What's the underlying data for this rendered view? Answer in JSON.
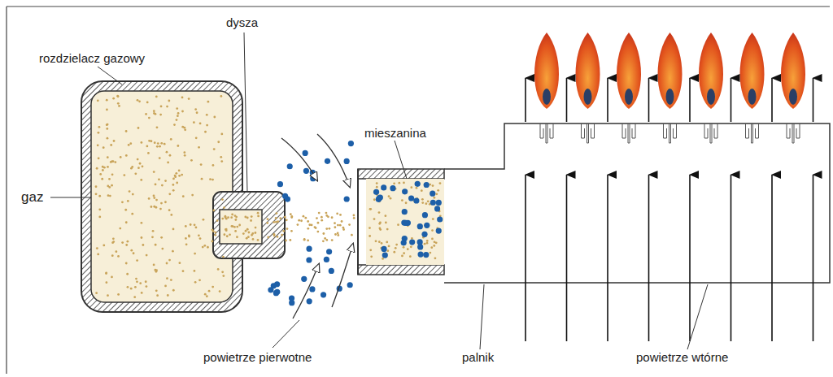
{
  "diagram": {
    "labels": [
      "dysza",
      "rozdzielacz gazowy",
      "gaz",
      "mieszanina",
      "powietrze pierwotne",
      "palnik",
      "powietrze wtórne"
    ]
  }
}
